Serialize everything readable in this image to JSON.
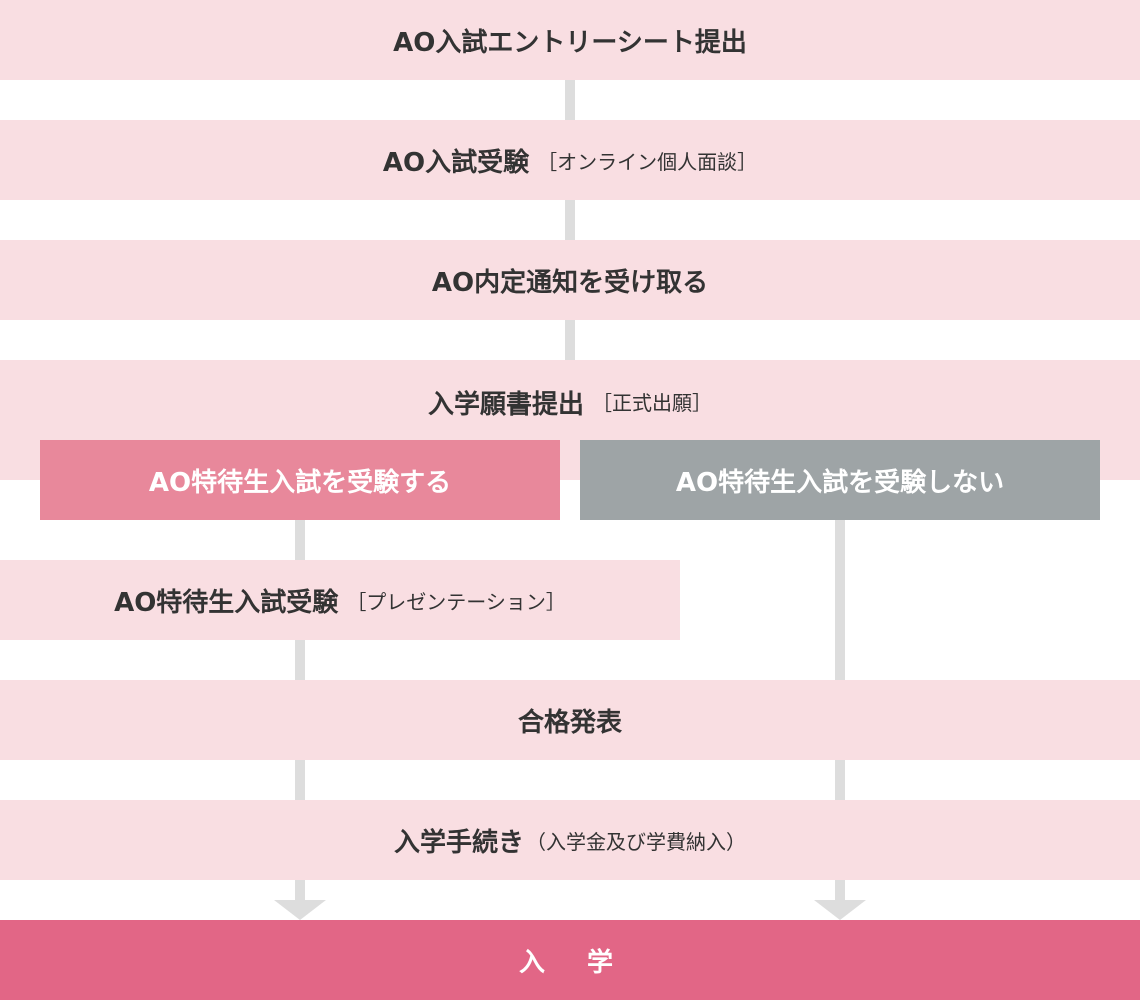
{
  "colors": {
    "step_bg": "#f9dee2",
    "connector": "#dddddd",
    "take_bg": "#e8889b",
    "skip_bg": "#9ea4a6",
    "final_bg": "#e26686",
    "text": "#333333"
  },
  "steps": {
    "entry": {
      "main": "AO入試エントリーシート提出"
    },
    "exam": {
      "main": "AO入試受験",
      "sub": "［オンライン個人面談］"
    },
    "notice": {
      "main": "AO内定通知を受け取る"
    },
    "application": {
      "main": "入学願書提出",
      "sub": "［正式出願］"
    },
    "branch_take": {
      "main": "AO特待生入試を受験する"
    },
    "branch_skip": {
      "main": "AO特待生入試を受験しない"
    },
    "special_exam": {
      "main": "AO特待生入試受験",
      "sub": "［プレゼンテーション］"
    },
    "result": {
      "main": "合格発表"
    },
    "procedure": {
      "main": "入学手続き",
      "sub": "（入学金及び学費納入）"
    },
    "enrollment": {
      "main": "入　学"
    }
  }
}
